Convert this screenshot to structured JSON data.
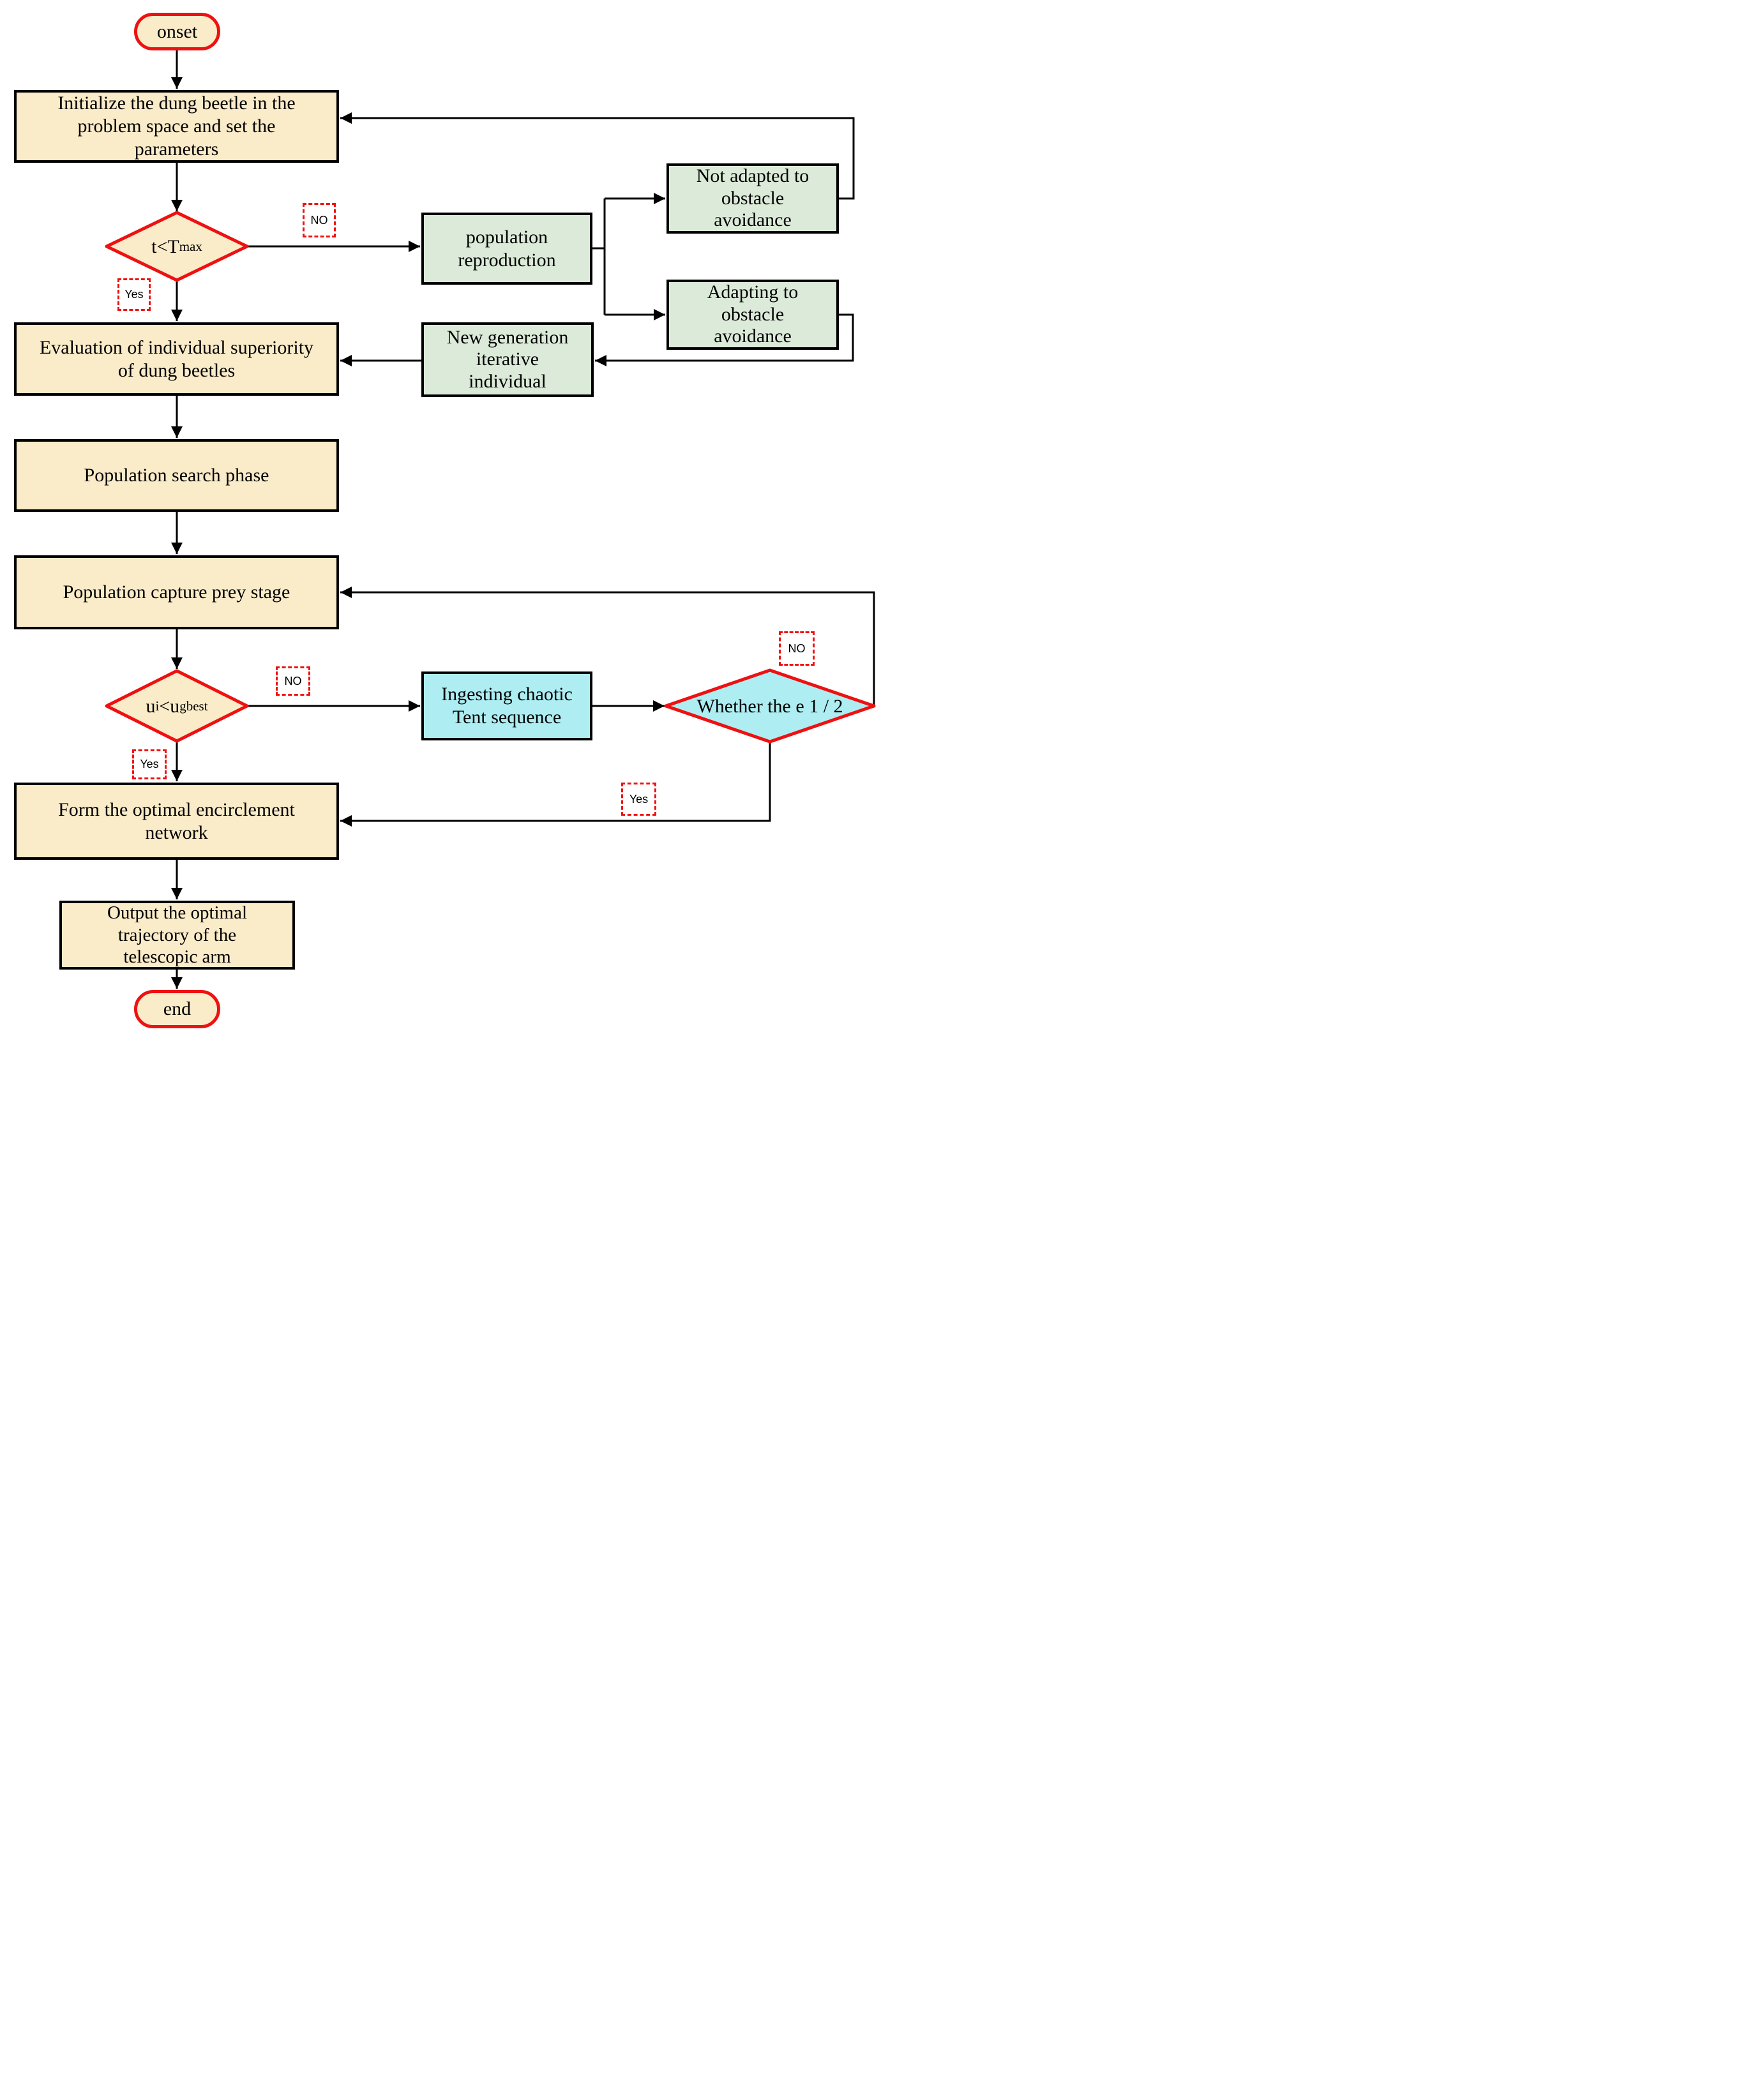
{
  "title": "Dung beetle optimization flowchart",
  "colors": {
    "cream": "#FAEBC9",
    "green": "#DCEBD9",
    "cyan": "#AEEEF2",
    "red": "#EE1111",
    "dashred": "#F10E0E",
    "ink": "#000000"
  },
  "nodes": {
    "onset": {
      "label": "onset"
    },
    "initialize": {
      "label": "Initialize the dung beetle in the\nproblem space and set the\nparameters"
    },
    "decision_tmax": {
      "text": "t<T",
      "sub": "max"
    },
    "evaluation": {
      "label": "Evaluation of individual superiority\nof dung beetles"
    },
    "population_search": {
      "label": "Population search phase"
    },
    "population_capture": {
      "label": "Population capture prey stage"
    },
    "decision_u": {
      "p1": "u",
      "s1": "i",
      "p2": "<u",
      "s2": "gbest"
    },
    "form_network": {
      "label": "Form the optimal encirclement\nnetwork"
    },
    "output_trajectory": {
      "label": "Output the optimal\ntrajectory of the\ntelescopic arm"
    },
    "end": {
      "label": "end"
    },
    "population_reproduction": {
      "label": "population\nreproduction"
    },
    "not_adapted": {
      "label": "Not adapted to\nobstacle\navoidance"
    },
    "adapting": {
      "label": "Adapting to\nobstacle\navoidance"
    },
    "new_generation": {
      "label": "New generation\niterative\nindividual"
    },
    "ingesting": {
      "label": "Ingesting chaotic\nTent sequence"
    },
    "decision_whether": {
      "label": "Whether the e 1 / 2"
    }
  },
  "edge_labels": {
    "no_tmax": "NO",
    "yes_tmax": "Yes",
    "no_u": "NO",
    "yes_u": "Yes",
    "no_whether": "NO",
    "yes_whether": "Yes"
  }
}
